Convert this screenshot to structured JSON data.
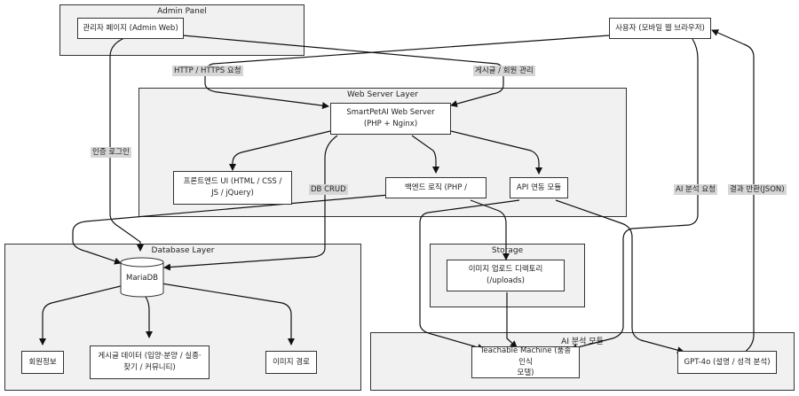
{
  "clusters": {
    "admin": "Admin Panel",
    "web": "Web Server Layer",
    "db": "Database Layer",
    "storage": "Storage",
    "ai": "AI 분석 모듈"
  },
  "nodes": {
    "admin_web": "관리자 페이지 (Admin Web)",
    "user": "사용자 (모바일 웹 브라우저)",
    "server": "SmartPetAI Web Server\n(PHP + Nginx)",
    "frontend": "프론트엔드 UI (HTML / CSS /\nJS / jQuery)",
    "backend": "백엔드 로직 (PHP /",
    "api": "API 연동 모듈",
    "mariadb": "MariaDB",
    "upload_dir": "이미지 업로드 디렉토리\n(/uploads)",
    "member": "회원정보",
    "posts": "게시글 데이터 (입양·분양 / 실종·\n찾기 / 커뮤니티)",
    "img_path": "이미지 경로",
    "teachable": "Teachable Machine (품종 인식\n모델)",
    "gpt": "GPT-4o (설명 / 성격 분석)"
  },
  "edge_labels": {
    "http": "HTTP / HTTPS 요청",
    "board": "게시글 / 회원 관리",
    "auth": "인증 로그인",
    "dbcrud": "DB CRUD",
    "ai_req": "AI 분석 요청",
    "result": "결과 반환(JSON)"
  }
}
